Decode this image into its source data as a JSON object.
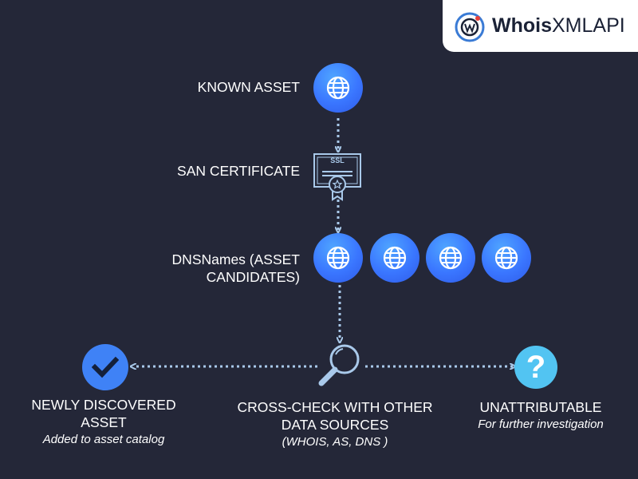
{
  "logo": {
    "brand_bold": "Whois",
    "brand_rest": "XMLAPI"
  },
  "nodes": {
    "known_asset": "KNOWN ASSET",
    "san_certificate": "SAN CERTIFICATE",
    "ssl_text": "SSL",
    "dnsnames_line1": "DNSNames (ASSET",
    "dnsnames_line2": "CANDIDATES)",
    "newly_line1": "NEWLY DISCOVERED",
    "newly_line2": "ASSET",
    "newly_sub": "Added to asset catalog",
    "crosscheck_line1": "CROSS-CHECK WITH OTHER",
    "crosscheck_line2": "DATA SOURCES",
    "crosscheck_sub": "(WHOIS,  AS, DNS )",
    "unattr": "UNATTRIBUTABLE",
    "unattr_sub": "For further investigation",
    "question_mark": "?"
  },
  "colors": {
    "background": "#242738",
    "globe": "#3a76ff",
    "connector": "#a9c9ea",
    "question_circle": "#52c4f2",
    "check_circle": "#3f82f6"
  },
  "icons": [
    "globe-icon",
    "ssl-certificate-icon",
    "magnifier-icon",
    "checkmark-icon",
    "question-icon",
    "whoisxmlapi-logo-icon"
  ]
}
